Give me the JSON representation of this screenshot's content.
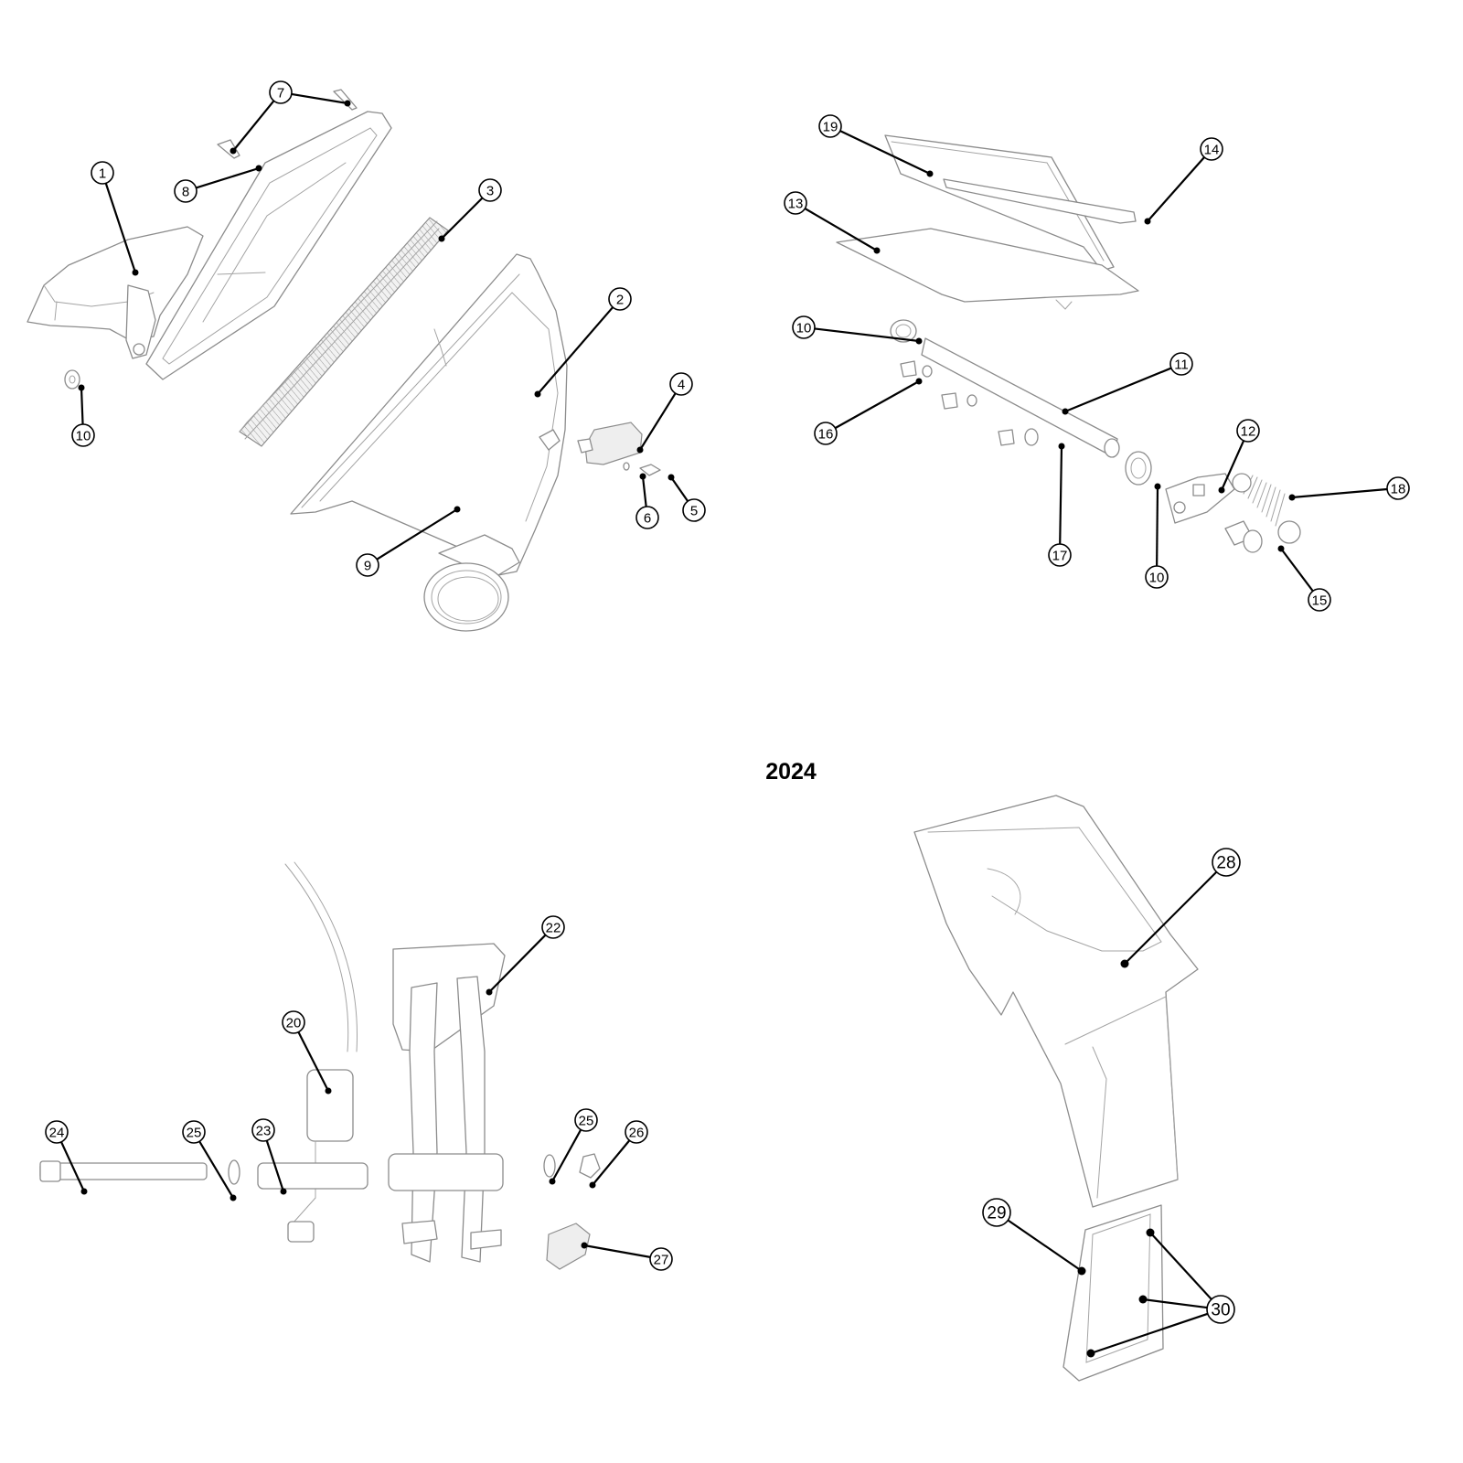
{
  "year_label": "2024",
  "callouts": [
    {
      "id": "c1",
      "label": "1"
    },
    {
      "id": "c2",
      "label": "2"
    },
    {
      "id": "c3",
      "label": "3"
    },
    {
      "id": "c4",
      "label": "4"
    },
    {
      "id": "c5",
      "label": "5"
    },
    {
      "id": "c6",
      "label": "6"
    },
    {
      "id": "c7",
      "label": "7"
    },
    {
      "id": "c8",
      "label": "8"
    },
    {
      "id": "c9",
      "label": "9"
    },
    {
      "id": "c10a",
      "label": "10"
    },
    {
      "id": "c10b",
      "label": "10"
    },
    {
      "id": "c10c",
      "label": "10"
    },
    {
      "id": "c11",
      "label": "11"
    },
    {
      "id": "c12",
      "label": "12"
    },
    {
      "id": "c13",
      "label": "13"
    },
    {
      "id": "c14",
      "label": "14"
    },
    {
      "id": "c15",
      "label": "15"
    },
    {
      "id": "c16",
      "label": "16"
    },
    {
      "id": "c17",
      "label": "17"
    },
    {
      "id": "c18",
      "label": "18"
    },
    {
      "id": "c19",
      "label": "19"
    },
    {
      "id": "c20",
      "label": "20"
    },
    {
      "id": "c22",
      "label": "22"
    },
    {
      "id": "c23",
      "label": "23"
    },
    {
      "id": "c24",
      "label": "24"
    },
    {
      "id": "c25a",
      "label": "25"
    },
    {
      "id": "c25b",
      "label": "25"
    },
    {
      "id": "c26",
      "label": "26"
    },
    {
      "id": "c27",
      "label": "27"
    },
    {
      "id": "c28",
      "label": "28"
    },
    {
      "id": "c29",
      "label": "29"
    },
    {
      "id": "c30",
      "label": "30"
    }
  ]
}
